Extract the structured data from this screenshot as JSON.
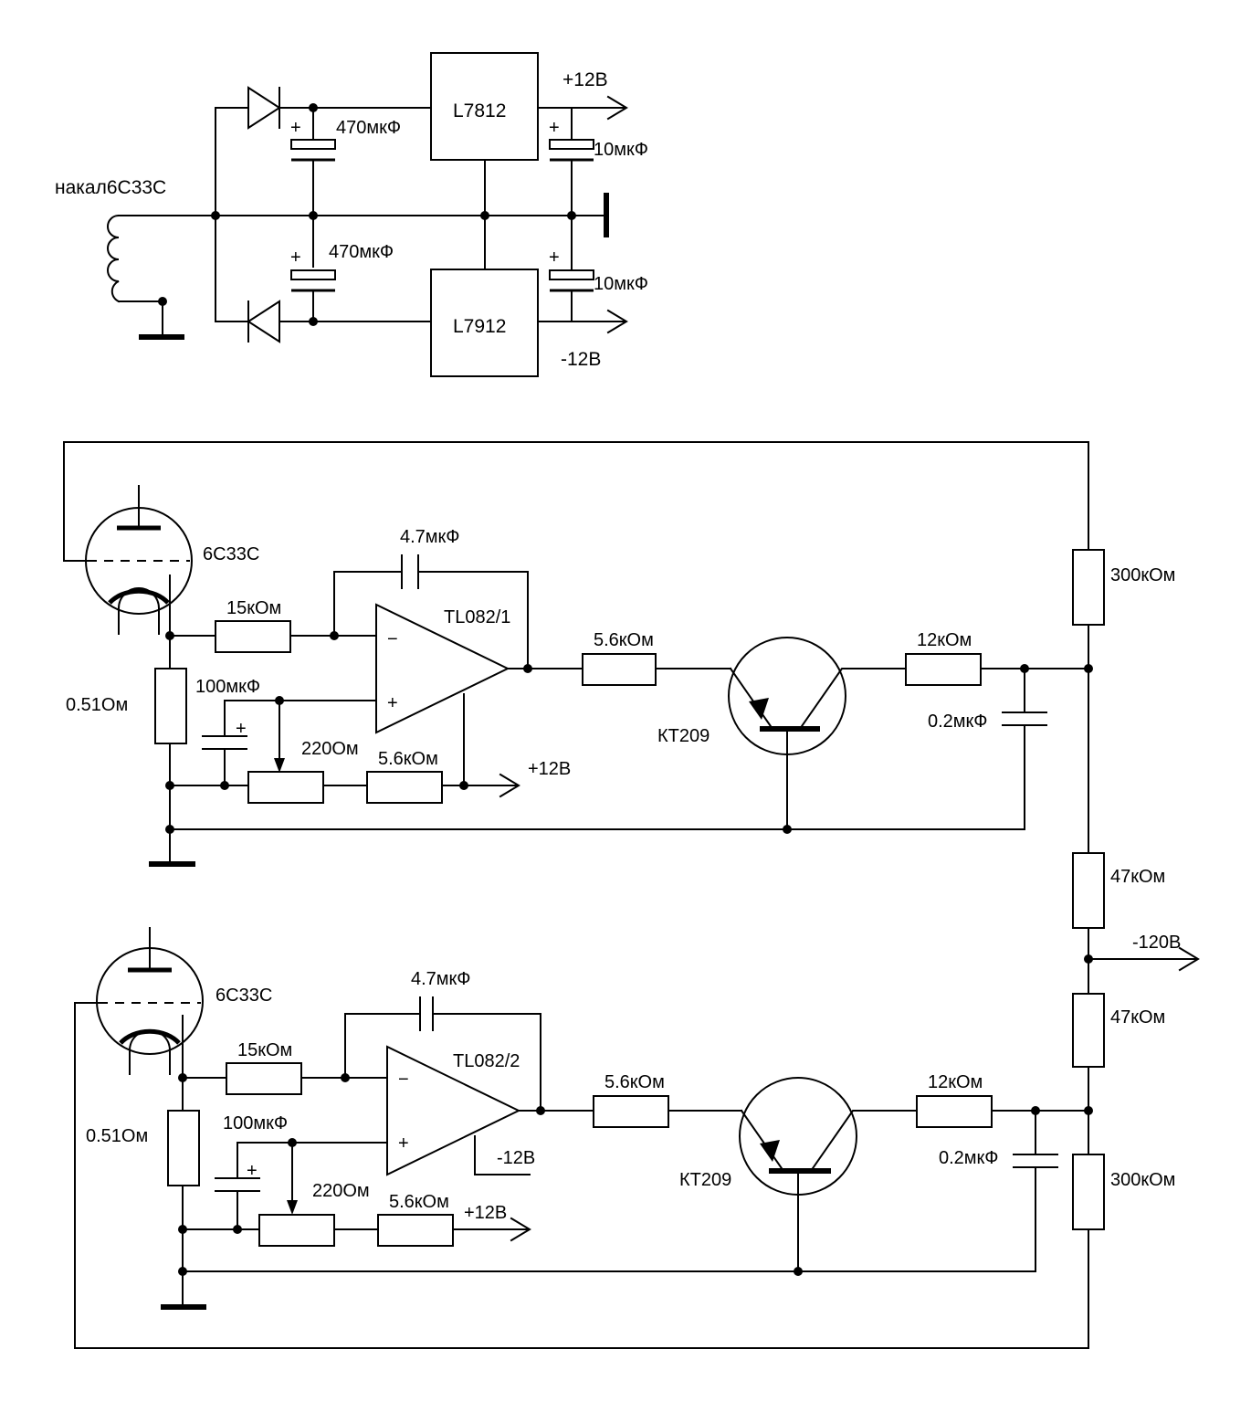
{
  "power_supply": {
    "heater_label": "накал6С33С",
    "reg_pos": "L7812",
    "reg_neg": "L7912",
    "out_pos": "+12В",
    "out_neg": "-12В",
    "cap_in_top": "470мкФ",
    "cap_in_bottom": "470мкФ",
    "cap_out_top": "10мкФ",
    "cap_out_bottom": "10мкФ",
    "plus_sign": "+"
  },
  "channel1": {
    "tube": "6С33С",
    "opamp": "TL082/1",
    "r_in": "15кОм",
    "c_fb": "4.7мкФ",
    "r_cathode": "0.51Ом",
    "c_bypass": "100мкФ",
    "trimmer": "220Ом",
    "r_supply": "5.6кОм",
    "supply_label": "+12В",
    "r_base": "5.6кОм",
    "transistor": "КТ209",
    "r_coll": "12кОм",
    "c_coll": "0.2мкФ",
    "minus_sign": "−",
    "plus_sign": "+"
  },
  "channel2": {
    "tube": "6С33С",
    "opamp": "TL082/2",
    "r_in": "15кОм",
    "c_fb": "4.7мкФ",
    "r_cathode": "0.51Ом",
    "c_bypass": "100мкФ",
    "trimmer": "220Ом",
    "r_supply": "5.6кОм",
    "supply_label": "+12В",
    "neg_supply_label": "-12В",
    "r_base": "5.6кОм",
    "transistor": "КТ209",
    "r_coll": "12кОм",
    "c_coll": "0.2мкФ",
    "minus_sign": "−",
    "plus_sign": "+"
  },
  "divider": {
    "r_top": "300кОм",
    "r_mid_top": "47кОм",
    "r_mid_bottom": "47кОм",
    "r_bottom": "300кОм",
    "supply_label": "-120В"
  }
}
